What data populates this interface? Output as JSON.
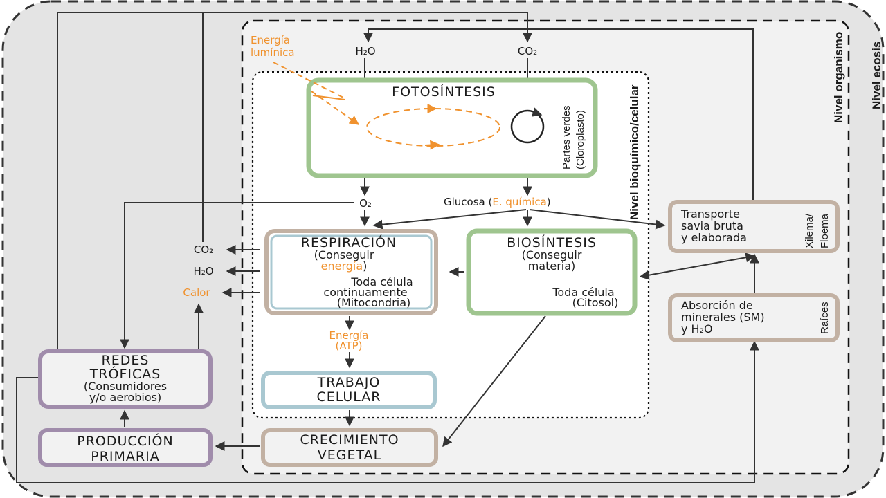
{
  "levels": {
    "ecosystem": "Nivel ecosis",
    "organism": "Nivel organismo",
    "cellular": "Nivel bioquímico/celular"
  },
  "light": {
    "line1": "Energía",
    "line2": "lumínica"
  },
  "inputs": {
    "water_top": "H₂O",
    "co2_top": "CO₂"
  },
  "photosynthesis": {
    "title": "FOTOSÍNTESIS",
    "side1": "Partes verdes",
    "side2": "(Cloroplasto)"
  },
  "products": {
    "o2": "O₂",
    "glucose_prefix": "Glucosa (",
    "glucose_energy": "E. química",
    "glucose_suffix": ")"
  },
  "respiration": {
    "title": "RESPIRACIÓN",
    "sub1": "(Conseguir",
    "sub2_energy": "energía",
    "sub2_end": ")",
    "sub3": "Toda célula",
    "sub4": "continuamente",
    "sub5": "(Mitocondria)"
  },
  "biosynthesis": {
    "title": "BIOSÍNTESIS",
    "sub1": "(Conseguir",
    "sub2": "materia)",
    "sub3": "Toda célula",
    "sub4": "(Citosol)"
  },
  "outputs": {
    "co2": "CO₂",
    "h2o": "H₂O",
    "heat": "Calor"
  },
  "atp": {
    "line1": "Energía",
    "line2": "(ATP)"
  },
  "work": {
    "line1": "TRABAJO",
    "line2": "CELULAR"
  },
  "growth": {
    "line1": "CRECIMIENTO",
    "line2": "VEGETAL"
  },
  "production": {
    "line1": "PRODUCCIÓN",
    "line2": "PRIMARIA"
  },
  "trophic": {
    "line1": "REDES",
    "line2": "TRÓFICAS",
    "line3": "(Consumidores",
    "line4": "y/o aerobios)"
  },
  "transport": {
    "line1": "Transporte",
    "line2": "savia bruta",
    "line3": "y elaborada",
    "side1": "Xilema/",
    "side2": "Floema"
  },
  "absorption": {
    "line1": "Absorción de",
    "line2": "minerales (SM)",
    "line3": "y H₂O",
    "side": "Raíces"
  },
  "colors": {
    "green": "#9fc58f",
    "tan": "#c2b1a3",
    "purple": "#a08cab",
    "blue": "#a9c8d1",
    "orange": "#f0922e",
    "outer_bg": "#e4e4e4",
    "inner_bg": "#f2f2f2"
  }
}
